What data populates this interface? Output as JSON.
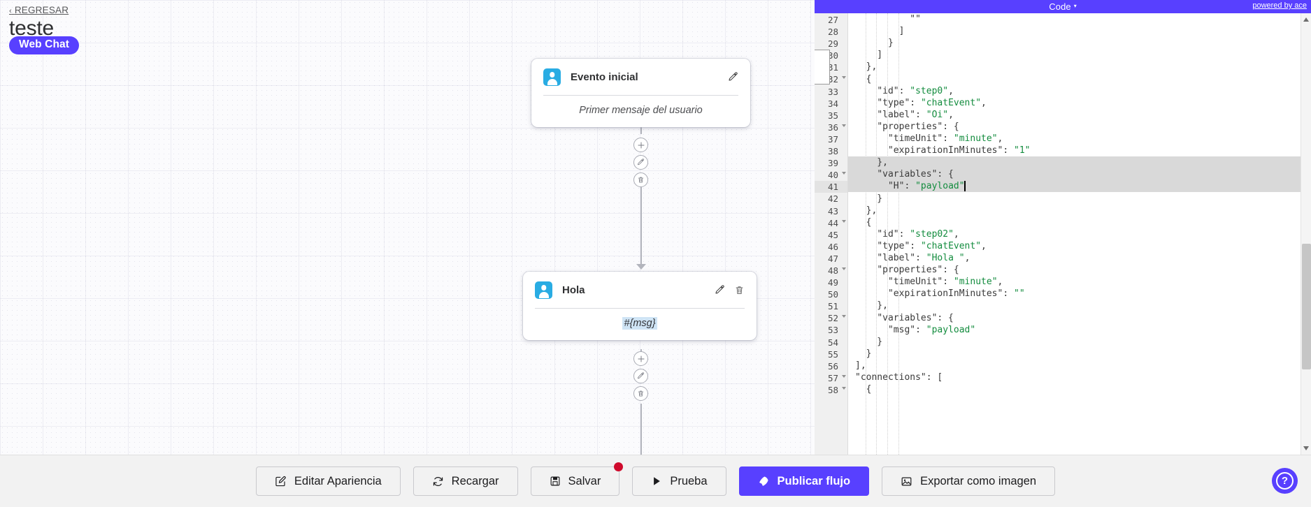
{
  "canvas": {
    "back_link": "REGRESAR",
    "back_chevron": "‹",
    "flow_title": "teste",
    "channel_badge": "Web Chat",
    "nodes": [
      {
        "title": "Evento inicial",
        "avatar_icon": "user-avatar-icon",
        "body_text": "Primer mensaje del usuario",
        "body_is_placeholder": true,
        "has_edit": true,
        "has_delete": false
      },
      {
        "title": "Hola",
        "avatar_icon": "user-avatar-icon",
        "body_text": "#{msg}",
        "body_is_placeholder": false,
        "has_edit": true,
        "has_delete": true
      }
    ],
    "mini_actions": [
      "add-icon",
      "edit-icon",
      "delete-icon"
    ]
  },
  "code_panel": {
    "header_title": "Code",
    "header_caret": "▾",
    "powered_by": "powered by ace",
    "first_line": 27,
    "lines": [
      {
        "n": 27,
        "text": "          \"\"",
        "fold": false,
        "selected": false
      },
      {
        "n": 28,
        "text": "        ]",
        "fold": false,
        "selected": false
      },
      {
        "n": 29,
        "text": "      }",
        "fold": false,
        "selected": false
      },
      {
        "n": 30,
        "text": "    ]",
        "fold": false,
        "selected": false
      },
      {
        "n": 31,
        "text": "  },",
        "fold": false,
        "selected": false
      },
      {
        "n": 32,
        "text": "  {",
        "fold": true,
        "selected": false
      },
      {
        "n": 33,
        "text": "    \"id\": \"step0\",",
        "fold": false,
        "selected": false
      },
      {
        "n": 34,
        "text": "    \"type\": \"chatEvent\",",
        "fold": false,
        "selected": false
      },
      {
        "n": 35,
        "text": "    \"label\": \"Oi\",",
        "fold": false,
        "selected": false
      },
      {
        "n": 36,
        "text": "    \"properties\": {",
        "fold": true,
        "selected": false
      },
      {
        "n": 37,
        "text": "      \"timeUnit\": \"minute\",",
        "fold": false,
        "selected": false
      },
      {
        "n": 38,
        "text": "      \"expirationInMinutes\": \"1\"",
        "fold": false,
        "selected": false
      },
      {
        "n": 39,
        "text": "    },",
        "fold": false,
        "selected": true
      },
      {
        "n": 40,
        "text": "    \"variables\": {",
        "fold": true,
        "selected": true
      },
      {
        "n": 41,
        "text": "      \"H\": \"payload\"",
        "fold": false,
        "selected": true,
        "cursor": true
      },
      {
        "n": 42,
        "text": "    }",
        "fold": false,
        "selected": false
      },
      {
        "n": 43,
        "text": "  },",
        "fold": false,
        "selected": false
      },
      {
        "n": 44,
        "text": "  {",
        "fold": true,
        "selected": false
      },
      {
        "n": 45,
        "text": "    \"id\": \"step02\",",
        "fold": false,
        "selected": false
      },
      {
        "n": 46,
        "text": "    \"type\": \"chatEvent\",",
        "fold": false,
        "selected": false
      },
      {
        "n": 47,
        "text": "    \"label\": \"Hola \",",
        "fold": false,
        "selected": false
      },
      {
        "n": 48,
        "text": "    \"properties\": {",
        "fold": true,
        "selected": false
      },
      {
        "n": 49,
        "text": "      \"timeUnit\": \"minute\",",
        "fold": false,
        "selected": false
      },
      {
        "n": 50,
        "text": "      \"expirationInMinutes\": \"\"",
        "fold": false,
        "selected": false
      },
      {
        "n": 51,
        "text": "    },",
        "fold": false,
        "selected": false
      },
      {
        "n": 52,
        "text": "    \"variables\": {",
        "fold": true,
        "selected": false
      },
      {
        "n": 53,
        "text": "      \"msg\": \"payload\"",
        "fold": false,
        "selected": false
      },
      {
        "n": 54,
        "text": "    }",
        "fold": false,
        "selected": false
      },
      {
        "n": 55,
        "text": "  }",
        "fold": false,
        "selected": false
      },
      {
        "n": 56,
        "text": "],",
        "fold": false,
        "selected": false
      },
      {
        "n": 57,
        "text": "\"connections\": [",
        "fold": true,
        "selected": false
      },
      {
        "n": 58,
        "text": "  {",
        "fold": true,
        "selected": false
      }
    ],
    "fold_widget_chevron": "❯"
  },
  "toolbar": {
    "buttons": [
      {
        "label": "Editar Apariencia",
        "icon": "pencil-square-icon",
        "primary": false,
        "badge": false
      },
      {
        "label": "Recargar",
        "icon": "refresh-icon",
        "primary": false,
        "badge": false
      },
      {
        "label": "Salvar",
        "icon": "save-disk-icon",
        "primary": false,
        "badge": true
      },
      {
        "label": "Prueba",
        "icon": "play-icon",
        "primary": false,
        "badge": false
      },
      {
        "label": "Publicar flujo",
        "icon": "rocket-send-icon",
        "primary": true,
        "badge": false
      },
      {
        "label": "Exportar como imagen",
        "icon": "image-icon",
        "primary": false,
        "badge": false
      }
    ]
  },
  "help": {
    "label": "?",
    "icon": "question-mark-icon"
  },
  "colors": {
    "brand_purple": "#5840ff",
    "avatar_blue": "#29ace3",
    "badge_red": "#cf0a2c",
    "var_highlight": "#cfe4f5",
    "code_string_green": "#138c3e"
  }
}
